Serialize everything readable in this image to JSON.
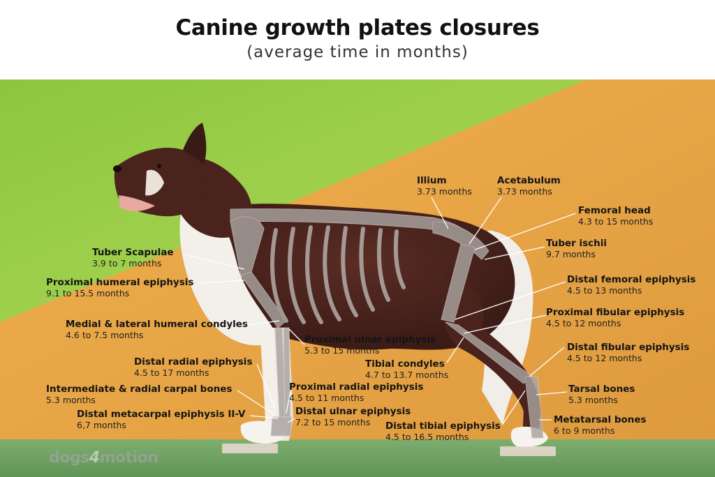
{
  "title": "Canine growth plates closures",
  "subtitle": "(average time in months)",
  "logo": {
    "text_a": "dogs",
    "text_b": "4",
    "text_c": "motion"
  },
  "colors": {
    "green": "#9fcf4a",
    "orange": "#e8a247",
    "floor": "#6e9f62",
    "label_text": "#141414"
  },
  "labels": [
    {
      "name": "Illium",
      "value": "3.73 months"
    },
    {
      "name": "Acetabulum",
      "value": "3.73 months"
    },
    {
      "name": "Femoral head",
      "value": "4.3 to 15 months"
    },
    {
      "name": "Tuber ischii",
      "value": "9.7 months"
    },
    {
      "name": "Tuber Scapulae",
      "value": "3.9 to 7 months"
    },
    {
      "name": "Proximal humeral epiphysis",
      "value": "9.1 to 15.5 months"
    },
    {
      "name": "Distal femoral epiphysis",
      "value": "4.5 to 13 months"
    },
    {
      "name": "Proximal fibular epiphysis",
      "value": "4.5 to 12 months"
    },
    {
      "name": "Medial & lateral humeral condyles",
      "value": "4.6 to 7.5 months"
    },
    {
      "name": "Proximal ulnar epiphysis",
      "value": "5.3 to 15 months"
    },
    {
      "name": "Distal fibular epiphysis",
      "value": "4.5 to 12 months"
    },
    {
      "name": "Distal radial epiphysis",
      "value": "4.5 to 17 months"
    },
    {
      "name": "Tibial condyles",
      "value": "4.7 to 13.7 months"
    },
    {
      "name": "Intermediate & radial carpal bones",
      "value": "5.3 months"
    },
    {
      "name": "Proximal radial epiphysis",
      "value": "4.5 to 11 months"
    },
    {
      "name": "Tarsal bones",
      "value": "5.3 months"
    },
    {
      "name": "Distal metacarpal epiphysis II-V",
      "value": "6,7 months"
    },
    {
      "name": "Distal ulnar epiphysis",
      "value": "7.2 to 15 months"
    },
    {
      "name": "Metatarsal bones",
      "value": "6 to 9 months"
    },
    {
      "name": "Distal tibial epiphysis",
      "value": "4.5 to 16.5 months"
    }
  ]
}
